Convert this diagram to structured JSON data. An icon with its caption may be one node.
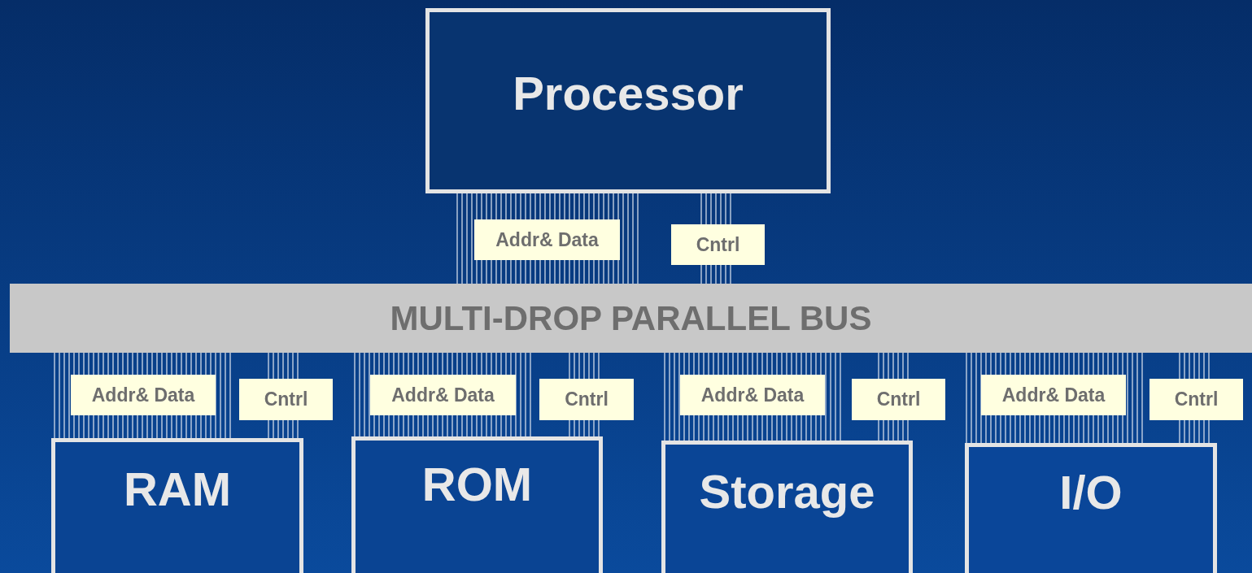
{
  "diagram": {
    "nodes": [
      {
        "text": [
          "Processor"
        ]
      },
      {
        "text": [
          "MULTI-DROP PARALLEL BUS"
        ]
      },
      {
        "text": [
          "RAM"
        ]
      },
      {
        "text": [
          "ROM"
        ]
      },
      {
        "text": [
          "Storage"
        ]
      },
      {
        "text": [
          "I/O"
        ]
      }
    ],
    "edges": [
      {
        "from": 0,
        "to": 1,
        "arrow": "none",
        "label": "Addr& Data"
      },
      {
        "from": 0,
        "to": 1,
        "arrow": "none",
        "label": "Cntrl"
      },
      {
        "from": 1,
        "to": 2,
        "arrow": "none",
        "label": "Addr& Data"
      },
      {
        "from": 1,
        "to": 2,
        "arrow": "none",
        "label": "Cntrl"
      },
      {
        "from": 1,
        "to": 3,
        "arrow": "none",
        "label": "Addr& Data"
      },
      {
        "from": 1,
        "to": 3,
        "arrow": "none",
        "label": "Cntrl"
      },
      {
        "from": 1,
        "to": 4,
        "arrow": "none",
        "label": "Addr& Data"
      },
      {
        "from": 1,
        "to": 4,
        "arrow": "none",
        "label": "Cntrl"
      },
      {
        "from": 1,
        "to": 5,
        "arrow": "none",
        "label": "Addr& Data"
      },
      {
        "from": 1,
        "to": 5,
        "arrow": "none",
        "label": "Cntrl"
      }
    ]
  }
}
